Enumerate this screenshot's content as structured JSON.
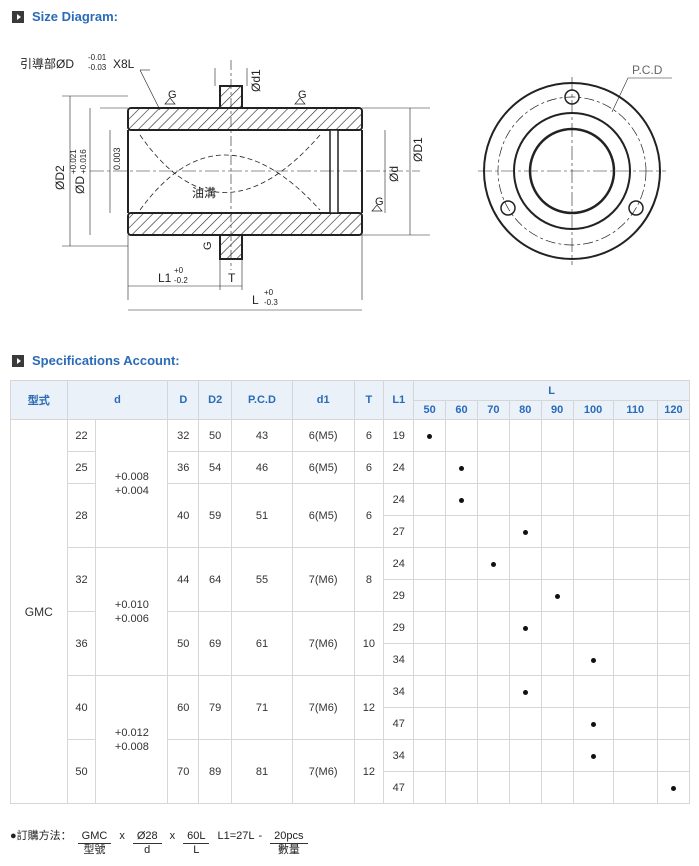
{
  "size_section": {
    "title": "Size Diagram:"
  },
  "spec_section": {
    "title": "Specifications Account:"
  },
  "diagram": {
    "guide_label": "引導部ØD",
    "guide_tol_upper": "-0.01",
    "guide_tol_lower": "-0.03",
    "guide_suffix": "X8L",
    "g_mark": "G",
    "d1_label": "Ød1",
    "d2_label": "ØD2",
    "d_tol_label": "ØD",
    "d_tol_upper": "+0.021",
    "d_tol_lower": "+0.016",
    "runout_label": "0.003",
    "oil_groove": "油溝",
    "small_d_label": "Ød",
    "big_d1_label": "ØD1",
    "l1_label": "L1",
    "l1_tol_upper": "+0",
    "l1_tol_lower": "-0.2",
    "t_label": "T",
    "l_label": "L",
    "l_tol_upper": "+0",
    "l_tol_lower": "-0.3",
    "pcd_label": "P.C.D"
  },
  "table": {
    "headers": {
      "model": "型式",
      "d": "d",
      "D": "D",
      "D2": "D2",
      "pcd": "P.C.D",
      "d1": "d1",
      "T": "T",
      "L1": "L1",
      "L": "L"
    },
    "l_values": [
      "50",
      "60",
      "70",
      "80",
      "90",
      "100",
      "110",
      "120"
    ],
    "model": "GMC",
    "groups": [
      {
        "tol_upper": "+0.008",
        "tol_lower": "+0.004",
        "sizes": [
          {
            "d": "22",
            "D": "32",
            "D2": "50",
            "pcd": "43",
            "d1": "6(M5)",
            "T": "6",
            "rows": [
              {
                "L1": "19",
                "L": "50"
              }
            ]
          },
          {
            "d": "25",
            "D": "36",
            "D2": "54",
            "pcd": "46",
            "d1": "6(M5)",
            "T": "6",
            "rows": [
              {
                "L1": "24",
                "L": "60"
              }
            ]
          },
          {
            "d": "28",
            "D": "40",
            "D2": "59",
            "pcd": "51",
            "d1": "6(M5)",
            "T": "6",
            "rows": [
              {
                "L1": "24",
                "L": "60"
              },
              {
                "L1": "27",
                "L": "80"
              }
            ]
          }
        ]
      },
      {
        "tol_upper": "+0.010",
        "tol_lower": "+0.006",
        "sizes": [
          {
            "d": "32",
            "D": "44",
            "D2": "64",
            "pcd": "55",
            "d1": "7(M6)",
            "T": "8",
            "rows": [
              {
                "L1": "24",
                "L": "70"
              },
              {
                "L1": "29",
                "L": "90"
              }
            ]
          },
          {
            "d": "36",
            "D": "50",
            "D2": "69",
            "pcd": "61",
            "d1": "7(M6)",
            "T": "10",
            "rows": [
              {
                "L1": "29",
                "L": "80"
              },
              {
                "L1": "34",
                "L": "100"
              }
            ]
          }
        ]
      },
      {
        "tol_upper": "+0.012",
        "tol_lower": "+0.008",
        "sizes": [
          {
            "d": "40",
            "D": "60",
            "D2": "79",
            "pcd": "71",
            "d1": "7(M6)",
            "T": "12",
            "rows": [
              {
                "L1": "34",
                "L": "80"
              },
              {
                "L1": "47",
                "L": "100"
              }
            ]
          },
          {
            "d": "50",
            "D": "70",
            "D2": "89",
            "pcd": "81",
            "d1": "7(M6)",
            "T": "12",
            "rows": [
              {
                "L1": "34",
                "L": "100"
              },
              {
                "L1": "47",
                "L": "120"
              }
            ]
          }
        ]
      }
    ]
  },
  "order": {
    "label": "●訂購方法：",
    "items": [
      {
        "top": "GMC",
        "bottom": "型號"
      },
      {
        "sep": "x"
      },
      {
        "top": "Ø28",
        "bottom": "d"
      },
      {
        "sep": "x"
      },
      {
        "top": "60L",
        "bottom": "L"
      },
      {
        "sep": "L1=27L"
      },
      {
        "sep": "-"
      },
      {
        "top": "20pcs",
        "bottom": "數量"
      }
    ]
  }
}
